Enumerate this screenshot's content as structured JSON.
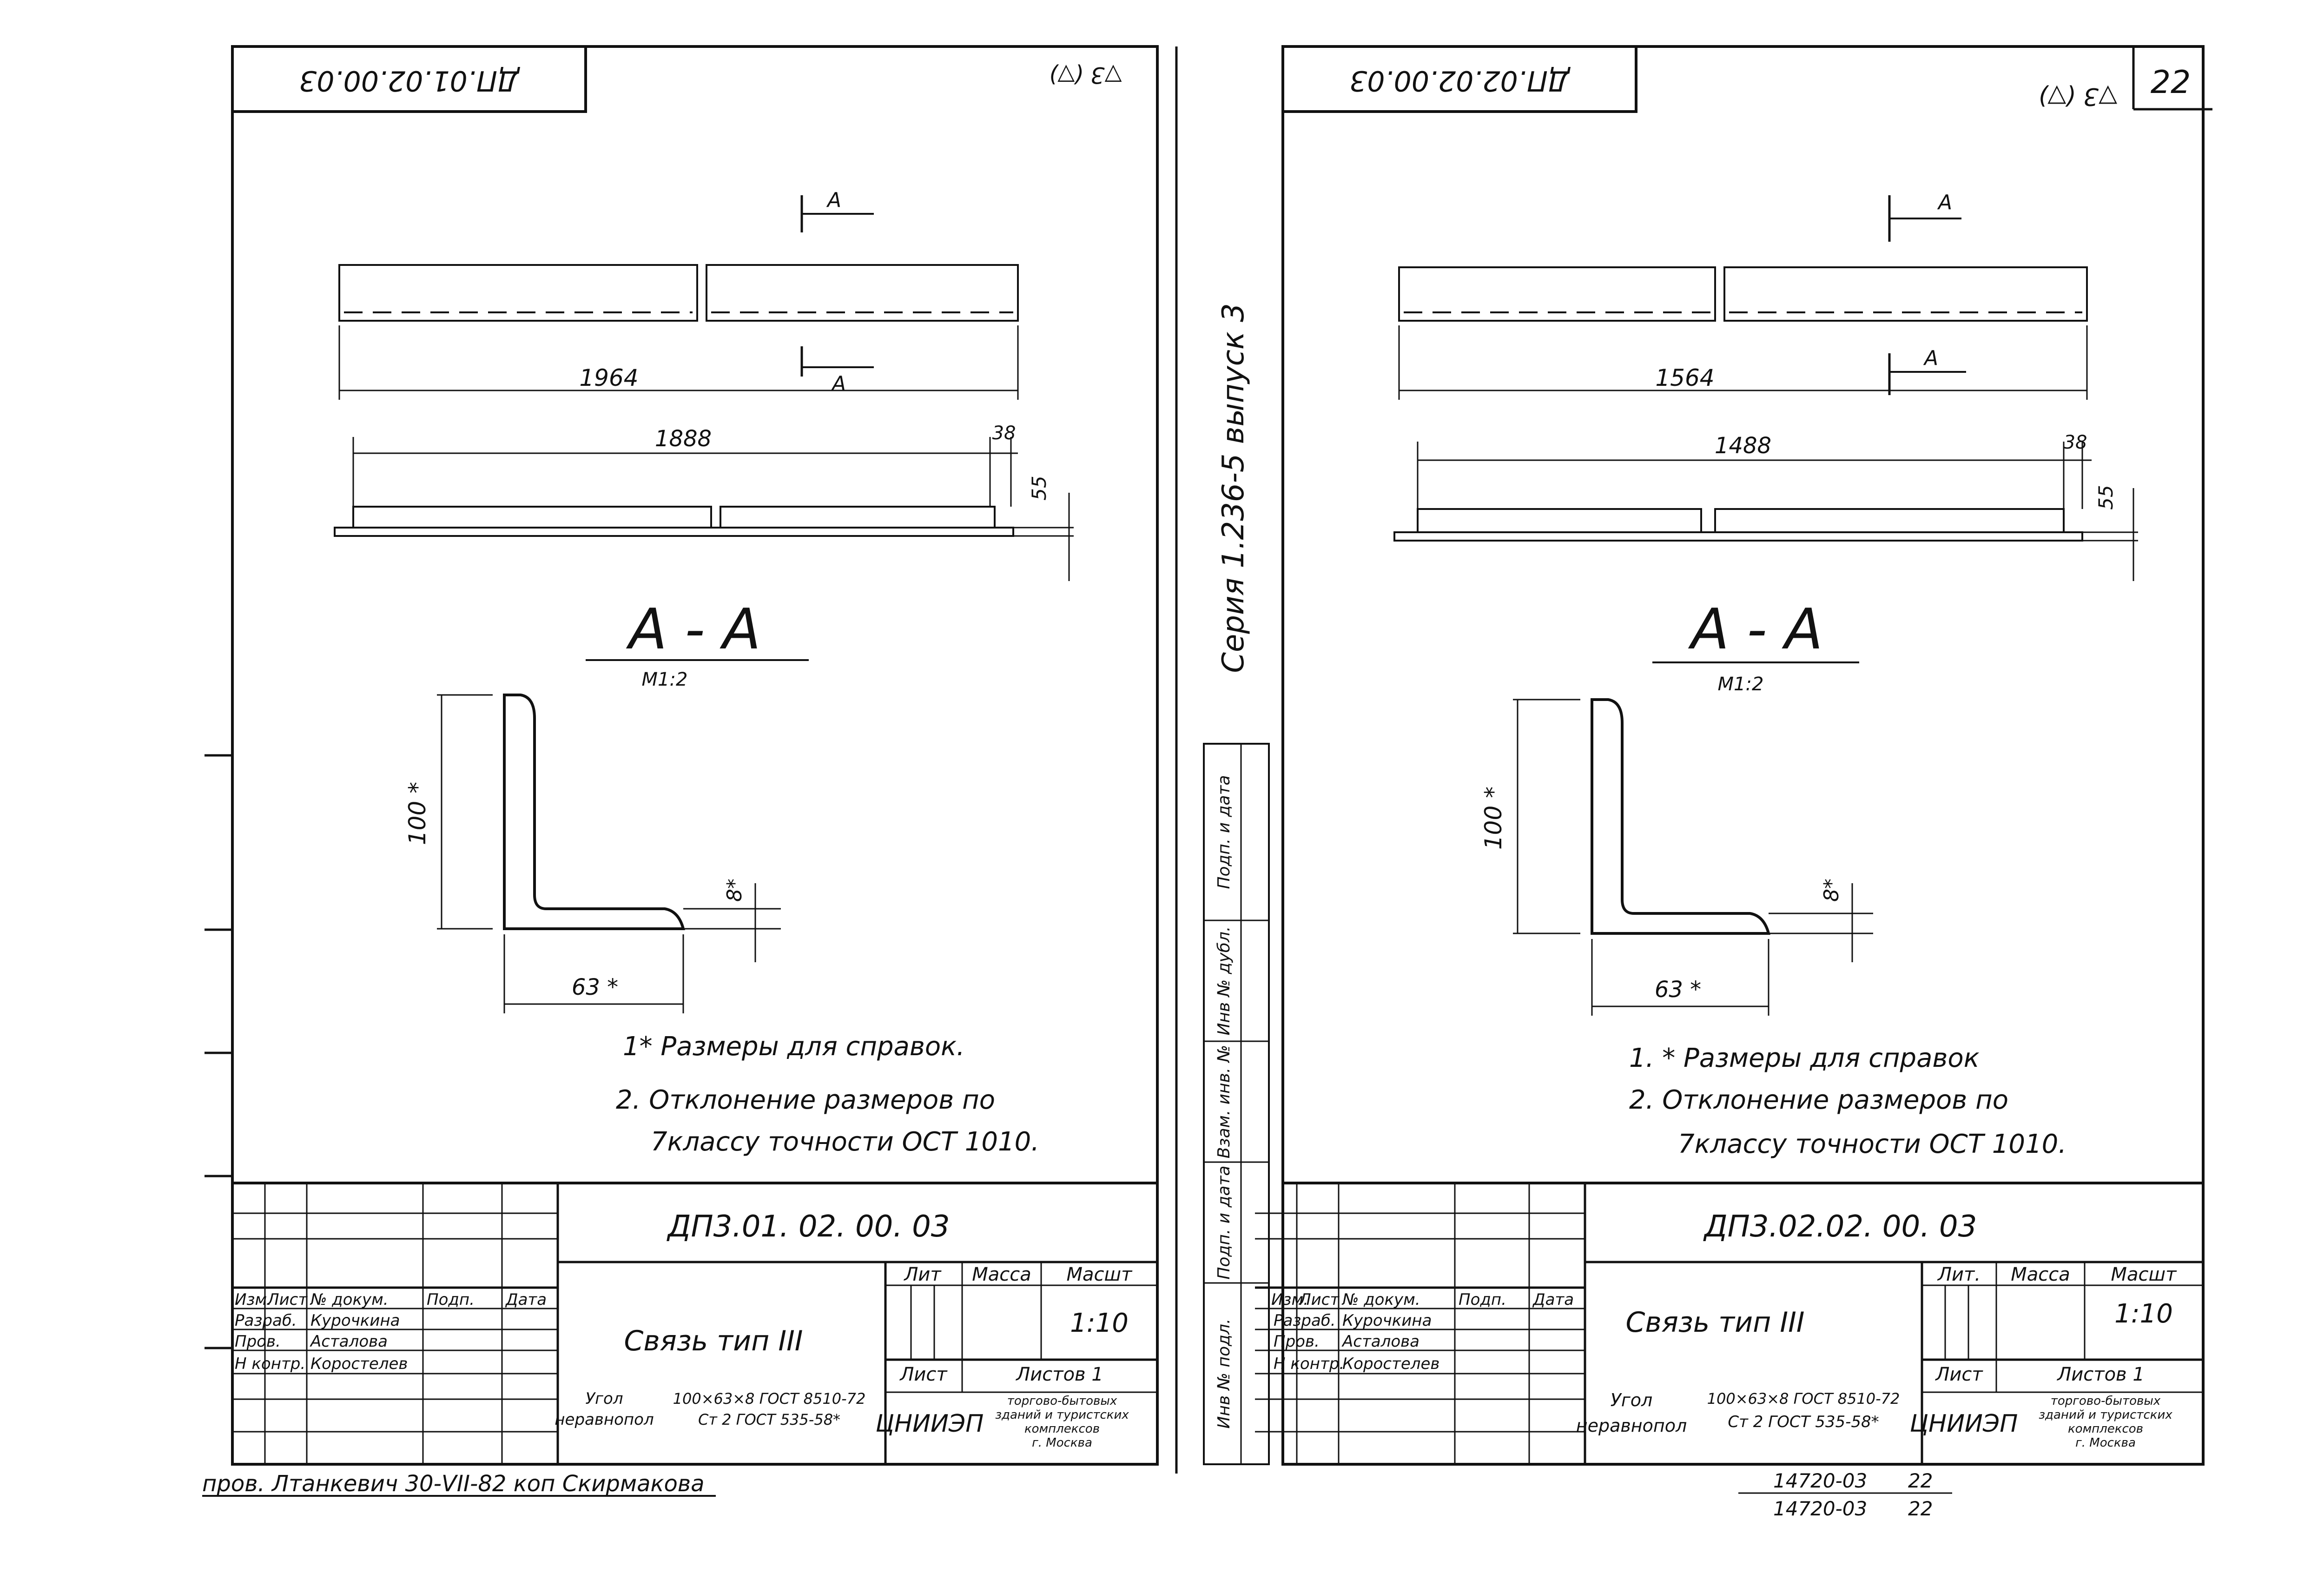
{
  "series_label": "Серия 1.236-5 выпуск 3",
  "sheet_number": "22",
  "bottom_stamp": {
    "check_note": "пров. Лтанкевич 30-VII-82 коп Скирмакова",
    "code_1": "14720-03",
    "code_1_sheet": "22",
    "code_2": "14720-03",
    "code_2_sheet": "22"
  },
  "side_stamp": {
    "inv_orig": "Инв № подл.",
    "sign_date_1": "Подп. и дата",
    "replace_inv": "Взам. инв. №",
    "inv_dup": "Инв № дубл.",
    "sign_date_2": "Подп. и дата"
  },
  "drawings": [
    {
      "corner_code": "ДП.01.02.00.03",
      "roughness": "▽3 (▽)",
      "dim_total": "1964",
      "dim_inner": "1888",
      "dim_end": "38",
      "dim_height": "55",
      "cut_label": "А",
      "section_title": "А - А",
      "section_scale": "М1:2",
      "dim_leg_long": "100 *",
      "dim_leg_short": "63 *",
      "dim_thickness": "8*",
      "notes": [
        "1* Размеры для справок.",
        "2. Отклонение размеров по",
        "7классу точности ОСТ 1010."
      ],
      "title_block": {
        "designation": "ДП3.01. 02. 00. 03",
        "name": "Связь тип III",
        "col_labels": [
          "Изм.",
          "Лист",
          "№ докум.",
          "Подп.",
          "Дата"
        ],
        "rows": [
          {
            "role": "Разраб.",
            "person": "Курочкина"
          },
          {
            "role": "Пров.",
            "person": "Асталова"
          },
          {
            "role": "Н контр.",
            "person": "Коростелев"
          }
        ],
        "lit_label": "Лит",
        "mass_label": "Масса",
        "scale_label": "Масшт",
        "scale_value": "1:10",
        "sheet_label": "Лист",
        "sheets_label": "Листов 1",
        "material_name_1": "Угол",
        "material_name_2": "неравнопол",
        "material_spec_1": "100×63×8 ГОСТ 8510-72",
        "material_spec_2": "Ст 2 ГОСТ 535-58*",
        "org": "ЦНИИЭП",
        "org_desc": [
          "торгово-бытовых",
          "зданий и туристских",
          "комплексов",
          "г. Москва"
        ]
      }
    },
    {
      "corner_code": "ДП.02.02.00.03",
      "roughness": "▽3 (▽)",
      "dim_total": "1564",
      "dim_inner": "1488",
      "dim_end": "38",
      "dim_height": "55",
      "cut_label": "А",
      "section_title": "А - А",
      "section_scale": "М1:2",
      "dim_leg_long": "100 *",
      "dim_leg_short": "63 *",
      "dim_thickness": "8*",
      "notes": [
        "1. * Размеры для справок",
        "2. Отклонение размеров по",
        "7классу точности ОСТ 1010."
      ],
      "title_block": {
        "designation": "ДП3.02.02. 00. 03",
        "name": "Связь тип III",
        "col_labels": [
          "Изм.",
          "Лист",
          "№ докум.",
          "Подп.",
          "Дата"
        ],
        "rows": [
          {
            "role": "Разраб.",
            "person": "Курочкина"
          },
          {
            "role": "Пров.",
            "person": "Асталова"
          },
          {
            "role": "Н контр.",
            "person": "Коростелев"
          }
        ],
        "lit_label": "Лит.",
        "mass_label": "Масса",
        "scale_label": "Масшт",
        "scale_value": "1:10",
        "sheet_label": "Лист",
        "sheets_label": "Листов 1",
        "material_name_1": "Угол",
        "material_name_2": "неравнопол",
        "material_spec_1": "100×63×8 ГОСТ 8510-72",
        "material_spec_2": "Ст 2 ГОСТ 535-58*",
        "org": "ЦНИИЭП",
        "org_desc": [
          "торгово-бытовых",
          "зданий и туристских",
          "комплексов",
          "г. Москва"
        ]
      }
    }
  ]
}
